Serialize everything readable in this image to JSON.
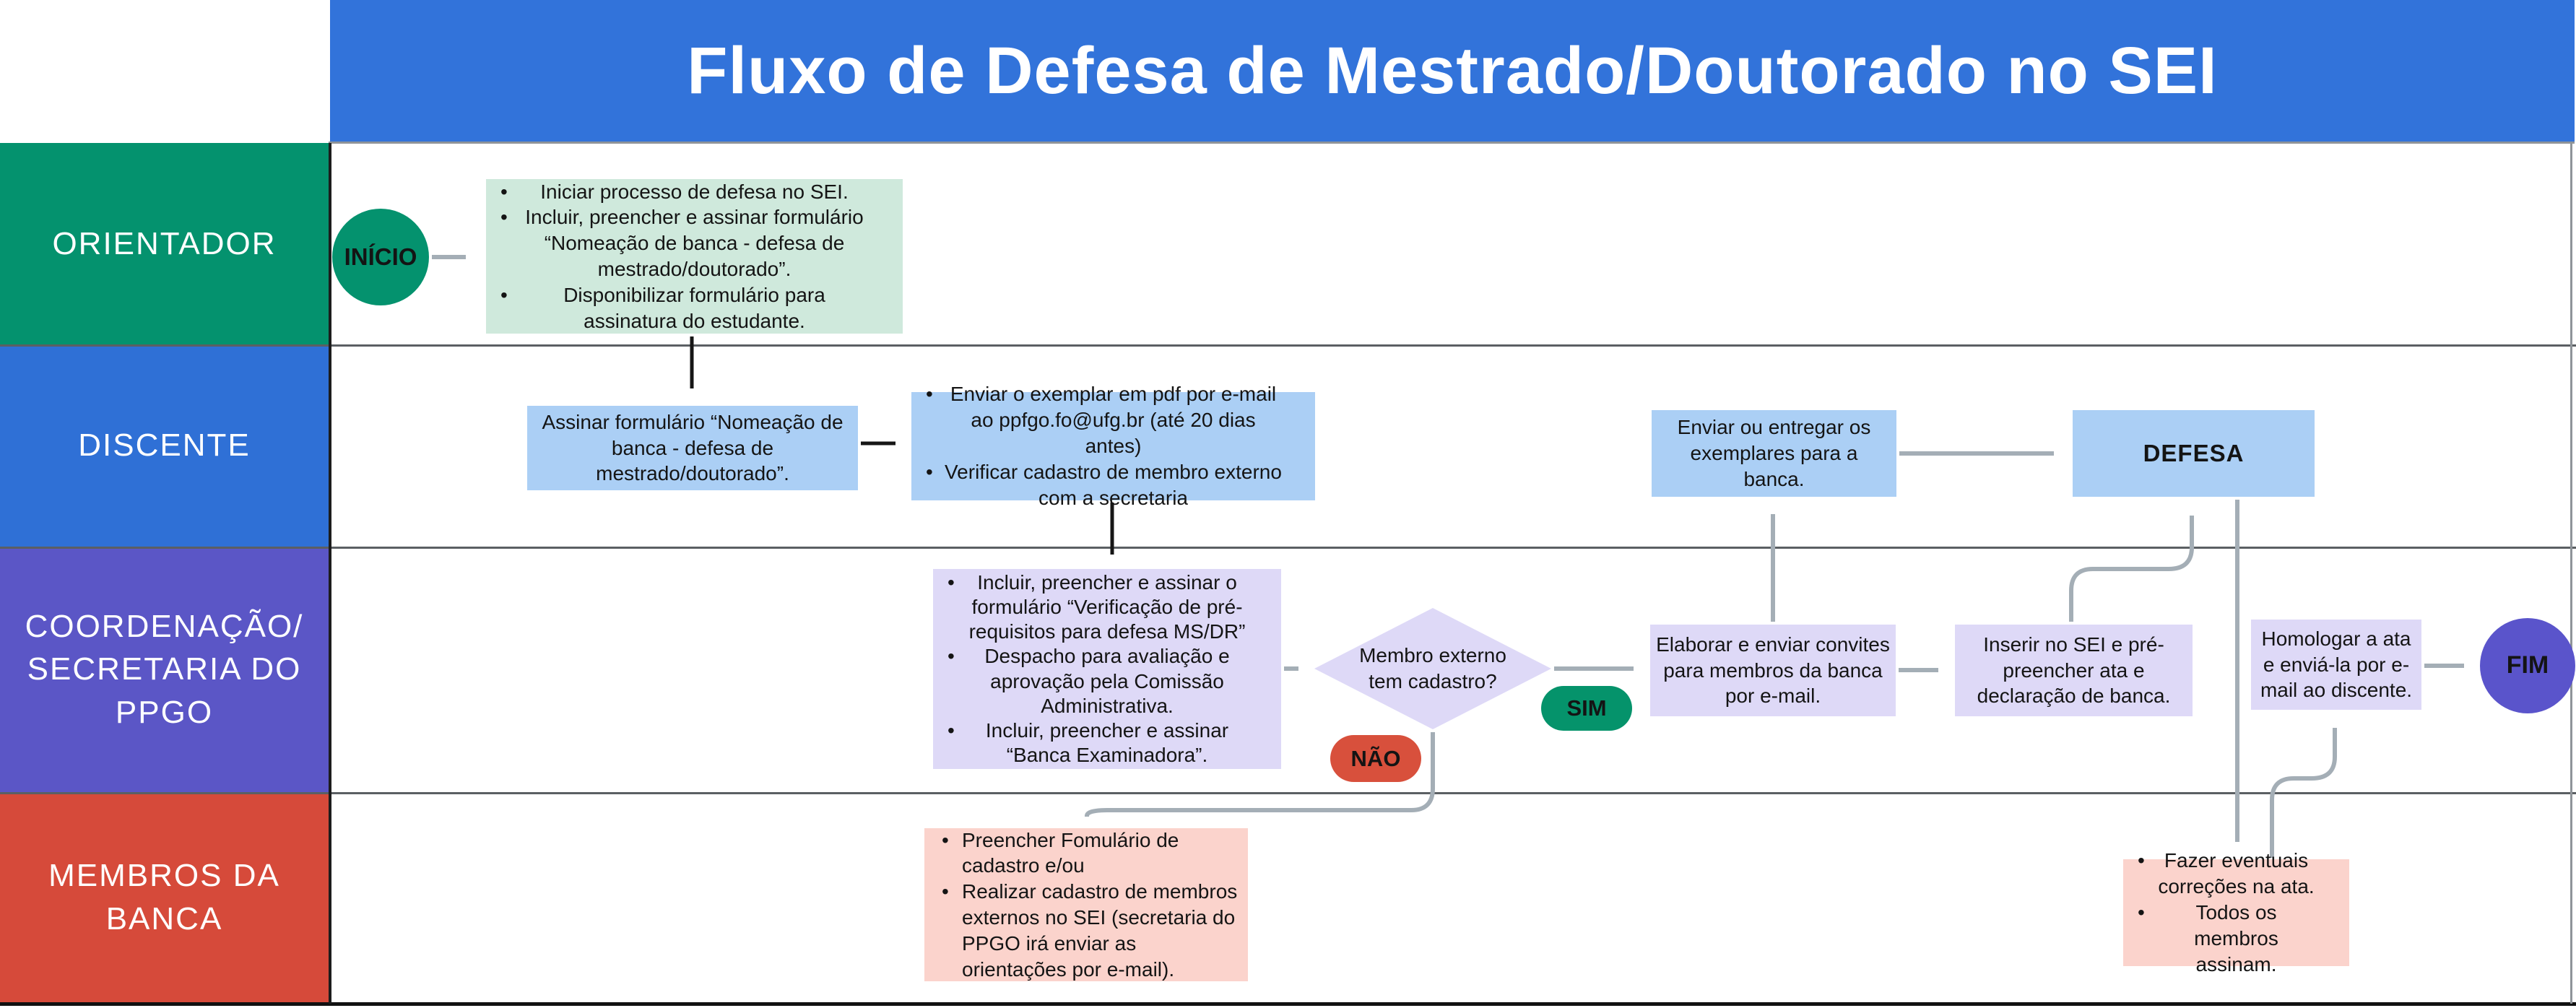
{
  "title": "Fluxo de Defesa de Mestrado/Doutorado no SEI",
  "lanes": [
    {
      "label": "ORIENTADOR"
    },
    {
      "label": "DISCENTE"
    },
    {
      "label": "COORDENAÇÃO/ SECRETARIA DO PPGO"
    },
    {
      "label": "MEMBROS DA BANCA"
    }
  ],
  "nodes": {
    "inicio": "INÍCIO",
    "fim": "FIM",
    "orientador_tasks": [
      "Iniciar processo de defesa no SEI.",
      "Incluir, preencher e assinar formulário “Nomeação de banca - defesa de mestrado/doutorado”.",
      "Disponibilizar formulário para assinatura do estudante."
    ],
    "assinar": "Assinar formulário “Nomeação de banca - defesa de mestrado/doutorado”.",
    "discente_tasks": [
      "Enviar o exemplar em pdf por e-mail ao ppfgo.fo@ufg.br (até 20 dias antes)",
      "Verificar cadastro de membro externo com a secretaria"
    ],
    "enviar_exemplares": "Enviar ou entregar os exemplares para a banca.",
    "defesa": "DEFESA",
    "coord_tasks": [
      "Incluir, preencher e assinar o formulário “Verificação de pré-requisitos para defesa MS/DR”",
      "Despacho para avaliação e aprovação pela Comissão Administrativa.",
      "Incluir, preencher e assinar “Banca Examinadora”."
    ],
    "decision": "Membro externo tem cadastro?",
    "sim": "SIM",
    "nao": "NÃO",
    "elaborar": "Elaborar e enviar convites para membros da banca por e-mail.",
    "inserir": "Inserir no SEI e pré-preencher ata e declaração de banca.",
    "homologar": "Homologar a ata e enviá-la por e-mail ao discente.",
    "banca_tasks1": [
      "Preencher Fomulário de cadastro e/ou",
      "Realizar cadastro de membros externos no SEI (secretaria do PPGO irá enviar as orientações por e-mail)."
    ],
    "banca_tasks2": [
      "Fazer eventuais correções na ata.",
      "Todos os membros assinam."
    ]
  },
  "colors": {
    "header_blue": "#3273da",
    "lane_green": "#04926e",
    "lane_blue": "#2f70d6",
    "lane_purple": "#5b56c6",
    "lane_red": "#d64a3a",
    "box_green": "#cfe9dc",
    "box_blue": "#abcff5",
    "box_lavender": "#ded9f7",
    "box_pink": "#fbd3cc",
    "pill_sim": "#05936b",
    "pill_nao": "#d8503c",
    "fim_purple": "#5a54cb",
    "connector_gray": "#a4aeb6",
    "connector_black": "#161616"
  }
}
